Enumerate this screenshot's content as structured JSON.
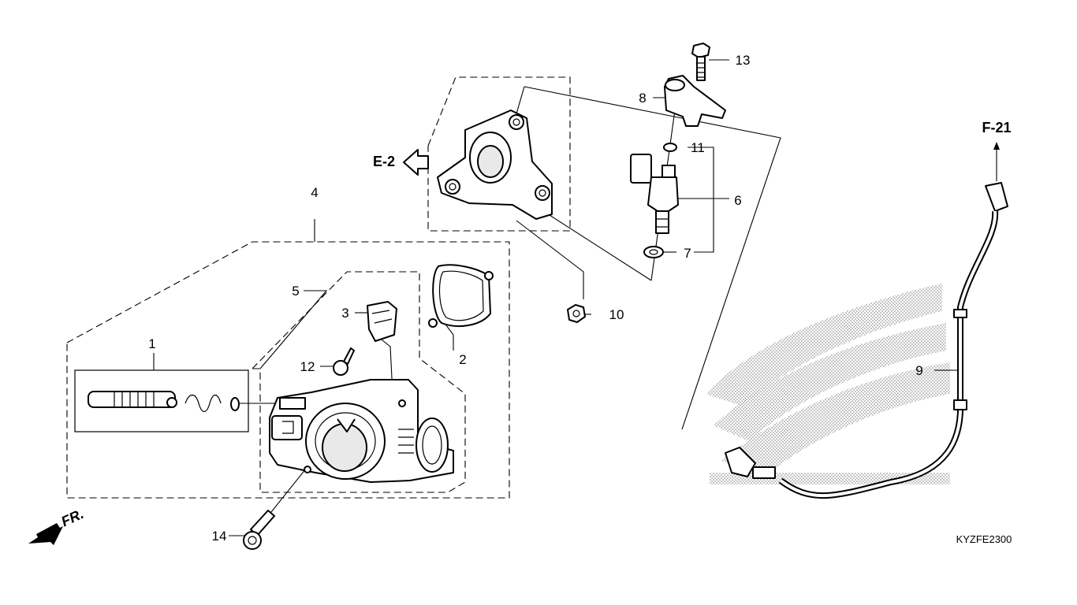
{
  "callouts": {
    "c1": "1",
    "c2": "2",
    "c3": "3",
    "c4": "4",
    "c5": "5",
    "c6": "6",
    "c7": "7",
    "c8": "8",
    "c9": "9",
    "c10": "10",
    "c11": "11",
    "c12": "12",
    "c13": "13",
    "c14": "14"
  },
  "references": {
    "engine_ref": "E-2",
    "fuel_ref": "F-21",
    "front": "FR."
  },
  "diagram_code": "KYZFE2300"
}
